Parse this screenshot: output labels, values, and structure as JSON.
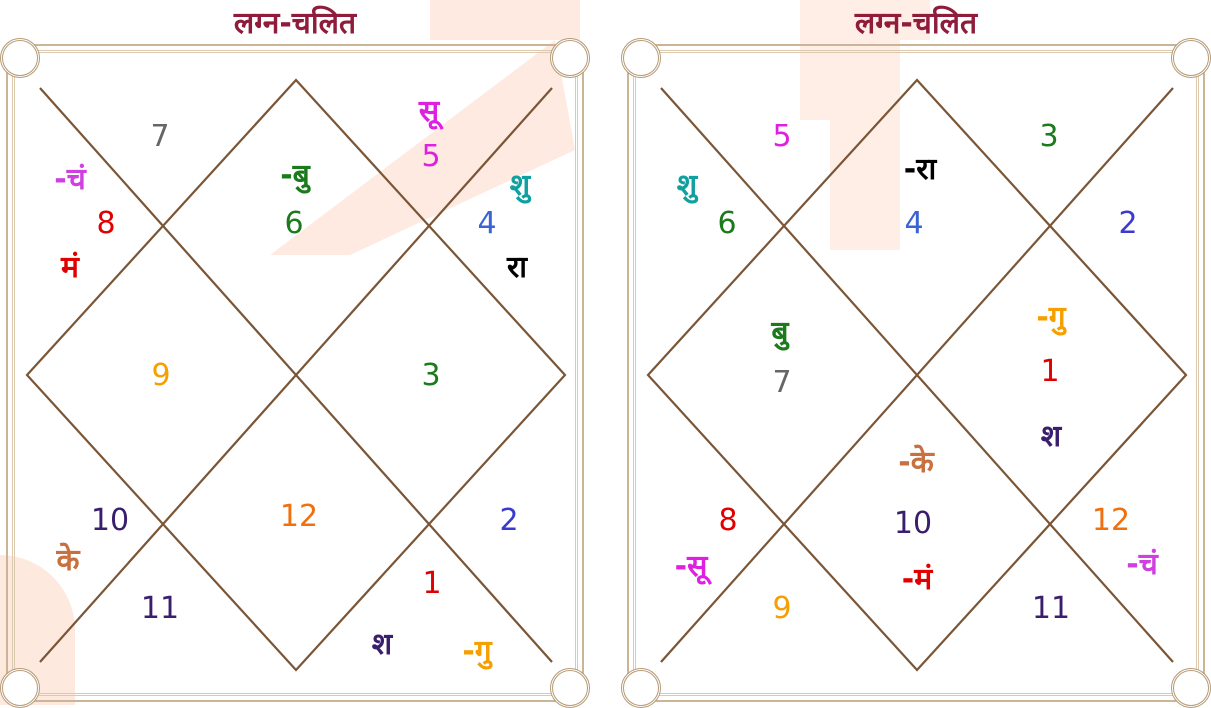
{
  "colors": {
    "title": "#8e1c3a",
    "line": "#7a5536",
    "watermark": "#fde3d6"
  },
  "left": {
    "title": "लग्न-चलित",
    "numbers": [
      {
        "t": "7",
        "c": "#666666"
      },
      {
        "t": "8",
        "c": "#e00000"
      },
      {
        "t": "6",
        "c": "#1b7a1b"
      },
      {
        "t": "5",
        "c": "#e020e0"
      },
      {
        "t": "4",
        "c": "#3a63d6"
      },
      {
        "t": "9",
        "c": "#f5a000"
      },
      {
        "t": "3",
        "c": "#1b7a1b"
      },
      {
        "t": "10",
        "c": "#3a1e6e"
      },
      {
        "t": "12",
        "c": "#f07010"
      },
      {
        "t": "2",
        "c": "#3a3ad0"
      },
      {
        "t": "11",
        "c": "#3a1e6e"
      },
      {
        "t": "1",
        "c": "#e00000"
      }
    ],
    "planets": [
      {
        "t": "-चं",
        "c": "#d040e0"
      },
      {
        "t": "मं",
        "c": "#e00000"
      },
      {
        "t": "-बु",
        "c": "#1b7a1b"
      },
      {
        "t": "सू",
        "c": "#e020e0"
      },
      {
        "t": "शु",
        "c": "#10a0a0"
      },
      {
        "t": "रा",
        "c": "#000000"
      },
      {
        "t": "के",
        "c": "#c87040"
      },
      {
        "t": "श",
        "c": "#3a1e6e"
      },
      {
        "t": "-गु",
        "c": "#f5a000"
      }
    ]
  },
  "right": {
    "title": "लग्न-चलित",
    "numbers": [
      {
        "t": "5",
        "c": "#e020e0"
      },
      {
        "t": "3",
        "c": "#1b7a1b"
      },
      {
        "t": "6",
        "c": "#1b7a1b"
      },
      {
        "t": "4",
        "c": "#3a63d6"
      },
      {
        "t": "2",
        "c": "#3a3ad0"
      },
      {
        "t": "7",
        "c": "#666666"
      },
      {
        "t": "1",
        "c": "#e00000"
      },
      {
        "t": "8",
        "c": "#e00000"
      },
      {
        "t": "10",
        "c": "#3a1e6e"
      },
      {
        "t": "12",
        "c": "#f07010"
      },
      {
        "t": "9",
        "c": "#f5a000"
      },
      {
        "t": "11",
        "c": "#3a1e6e"
      }
    ],
    "planets": [
      {
        "t": "शु",
        "c": "#10a0a0"
      },
      {
        "t": "-रा",
        "c": "#000000"
      },
      {
        "t": "बु",
        "c": "#1b7a1b"
      },
      {
        "t": "-गु",
        "c": "#f5a000"
      },
      {
        "t": "श",
        "c": "#3a1e6e"
      },
      {
        "t": "-के",
        "c": "#c87040"
      },
      {
        "t": "-सू",
        "c": "#e020e0"
      },
      {
        "t": "-मं",
        "c": "#e00000"
      },
      {
        "t": "-चं",
        "c": "#d040e0"
      }
    ]
  }
}
